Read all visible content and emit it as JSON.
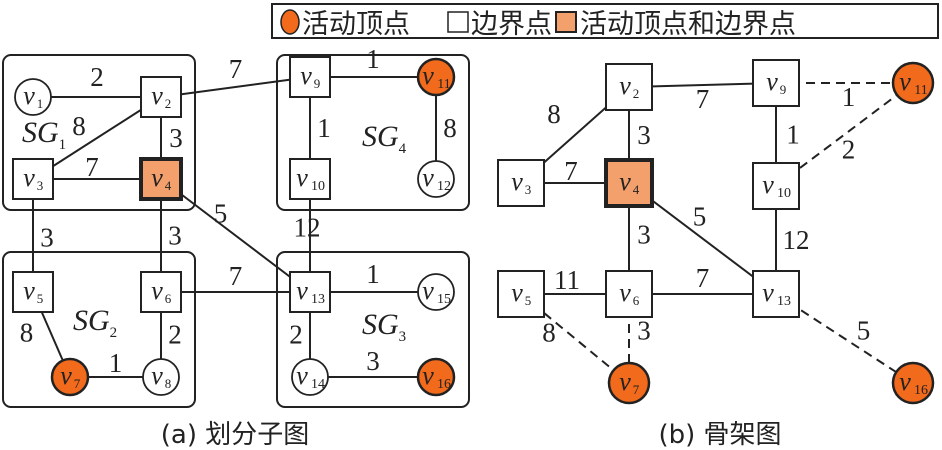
{
  "colors": {
    "active": "#f26a1b",
    "boundary_active": "#f4a06c",
    "boundary": "#ffffff",
    "stroke": "#222222"
  },
  "legend": {
    "items": [
      {
        "type": "active",
        "label": "活动顶点"
      },
      {
        "type": "boundary",
        "label": "边界点"
      },
      {
        "type": "boundary_active",
        "label": "活动顶点和边界点"
      }
    ]
  },
  "panel_a": {
    "caption": "(a) 划分子图",
    "subgraphs": [
      {
        "id": "SG1",
        "base": "SG",
        "sub": "1"
      },
      {
        "id": "SG2",
        "base": "SG",
        "sub": "2"
      },
      {
        "id": "SG3",
        "base": "SG",
        "sub": "3"
      },
      {
        "id": "SG4",
        "base": "SG",
        "sub": "4"
      }
    ],
    "nodes": [
      {
        "id": "v1",
        "sub": "1",
        "type": "normal"
      },
      {
        "id": "v2",
        "sub": "2",
        "type": "boundary"
      },
      {
        "id": "v3",
        "sub": "3",
        "type": "boundary"
      },
      {
        "id": "v4",
        "sub": "4",
        "type": "boundary_active"
      },
      {
        "id": "v5",
        "sub": "5",
        "type": "boundary"
      },
      {
        "id": "v6",
        "sub": "6",
        "type": "boundary"
      },
      {
        "id": "v7",
        "sub": "7",
        "type": "active"
      },
      {
        "id": "v8",
        "sub": "8",
        "type": "normal"
      },
      {
        "id": "v9",
        "sub": "9",
        "type": "boundary"
      },
      {
        "id": "v10",
        "sub": "10",
        "type": "boundary"
      },
      {
        "id": "v11",
        "sub": "11",
        "type": "active"
      },
      {
        "id": "v12",
        "sub": "12",
        "type": "normal"
      },
      {
        "id": "v13",
        "sub": "13",
        "type": "boundary"
      },
      {
        "id": "v14",
        "sub": "14",
        "type": "normal"
      },
      {
        "id": "v15",
        "sub": "15",
        "type": "normal"
      },
      {
        "id": "v16",
        "sub": "16",
        "type": "active"
      }
    ],
    "edges": [
      {
        "from": "v1",
        "to": "v2",
        "weight": "2"
      },
      {
        "from": "v2",
        "to": "v3",
        "weight": "8"
      },
      {
        "from": "v2",
        "to": "v4",
        "weight": "3"
      },
      {
        "from": "v3",
        "to": "v4",
        "weight": "7"
      },
      {
        "from": "v2",
        "to": "v9",
        "weight": "7"
      },
      {
        "from": "v3",
        "to": "v5",
        "weight": "3"
      },
      {
        "from": "v4",
        "to": "v6",
        "weight": "3"
      },
      {
        "from": "v4",
        "to": "v13",
        "weight": "5"
      },
      {
        "from": "v5",
        "to": "v7",
        "weight": "8"
      },
      {
        "from": "v6",
        "to": "v8",
        "weight": "2"
      },
      {
        "from": "v7",
        "to": "v8",
        "weight": "1"
      },
      {
        "from": "v6",
        "to": "v13",
        "weight": "7"
      },
      {
        "from": "v9",
        "to": "v11",
        "weight": "1"
      },
      {
        "from": "v9",
        "to": "v10",
        "weight": "1"
      },
      {
        "from": "v11",
        "to": "v12",
        "weight": "8"
      },
      {
        "from": "v10",
        "to": "v13",
        "weight": "12"
      },
      {
        "from": "v13",
        "to": "v15",
        "weight": "1"
      },
      {
        "from": "v13",
        "to": "v14",
        "weight": "2"
      },
      {
        "from": "v14",
        "to": "v16",
        "weight": "3"
      }
    ]
  },
  "panel_b": {
    "caption": "(b) 骨架图",
    "nodes": [
      {
        "id": "v2",
        "sub": "2",
        "type": "boundary"
      },
      {
        "id": "v3",
        "sub": "3",
        "type": "boundary"
      },
      {
        "id": "v4",
        "sub": "4",
        "type": "boundary_active"
      },
      {
        "id": "v5",
        "sub": "5",
        "type": "boundary"
      },
      {
        "id": "v6",
        "sub": "6",
        "type": "boundary"
      },
      {
        "id": "v7",
        "sub": "7",
        "type": "active"
      },
      {
        "id": "v9",
        "sub": "9",
        "type": "boundary"
      },
      {
        "id": "v10",
        "sub": "10",
        "type": "boundary"
      },
      {
        "id": "v11",
        "sub": "11",
        "type": "active"
      },
      {
        "id": "v13",
        "sub": "13",
        "type": "boundary"
      },
      {
        "id": "v16",
        "sub": "16",
        "type": "active"
      }
    ],
    "edges": [
      {
        "from": "v2",
        "to": "v3",
        "weight": "8",
        "style": "solid"
      },
      {
        "from": "v2",
        "to": "v4",
        "weight": "3",
        "style": "solid"
      },
      {
        "from": "v3",
        "to": "v4",
        "weight": "7",
        "style": "solid"
      },
      {
        "from": "v2",
        "to": "v9",
        "weight": "7",
        "style": "solid"
      },
      {
        "from": "v4",
        "to": "v6",
        "weight": "3",
        "style": "solid"
      },
      {
        "from": "v4",
        "to": "v13",
        "weight": "5",
        "style": "solid"
      },
      {
        "from": "v5",
        "to": "v6",
        "weight": "11",
        "style": "solid"
      },
      {
        "from": "v6",
        "to": "v13",
        "weight": "7",
        "style": "solid"
      },
      {
        "from": "v9",
        "to": "v10",
        "weight": "1",
        "style": "solid"
      },
      {
        "from": "v10",
        "to": "v13",
        "weight": "12",
        "style": "solid"
      },
      {
        "from": "v9",
        "to": "v11",
        "weight": "1",
        "style": "dashed"
      },
      {
        "from": "v10",
        "to": "v11",
        "weight": "2",
        "style": "dashed"
      },
      {
        "from": "v5",
        "to": "v7",
        "weight": "8",
        "style": "dashed"
      },
      {
        "from": "v6",
        "to": "v7",
        "weight": "3",
        "style": "dashed"
      },
      {
        "from": "v13",
        "to": "v16",
        "weight": "5",
        "style": "dashed"
      }
    ]
  }
}
